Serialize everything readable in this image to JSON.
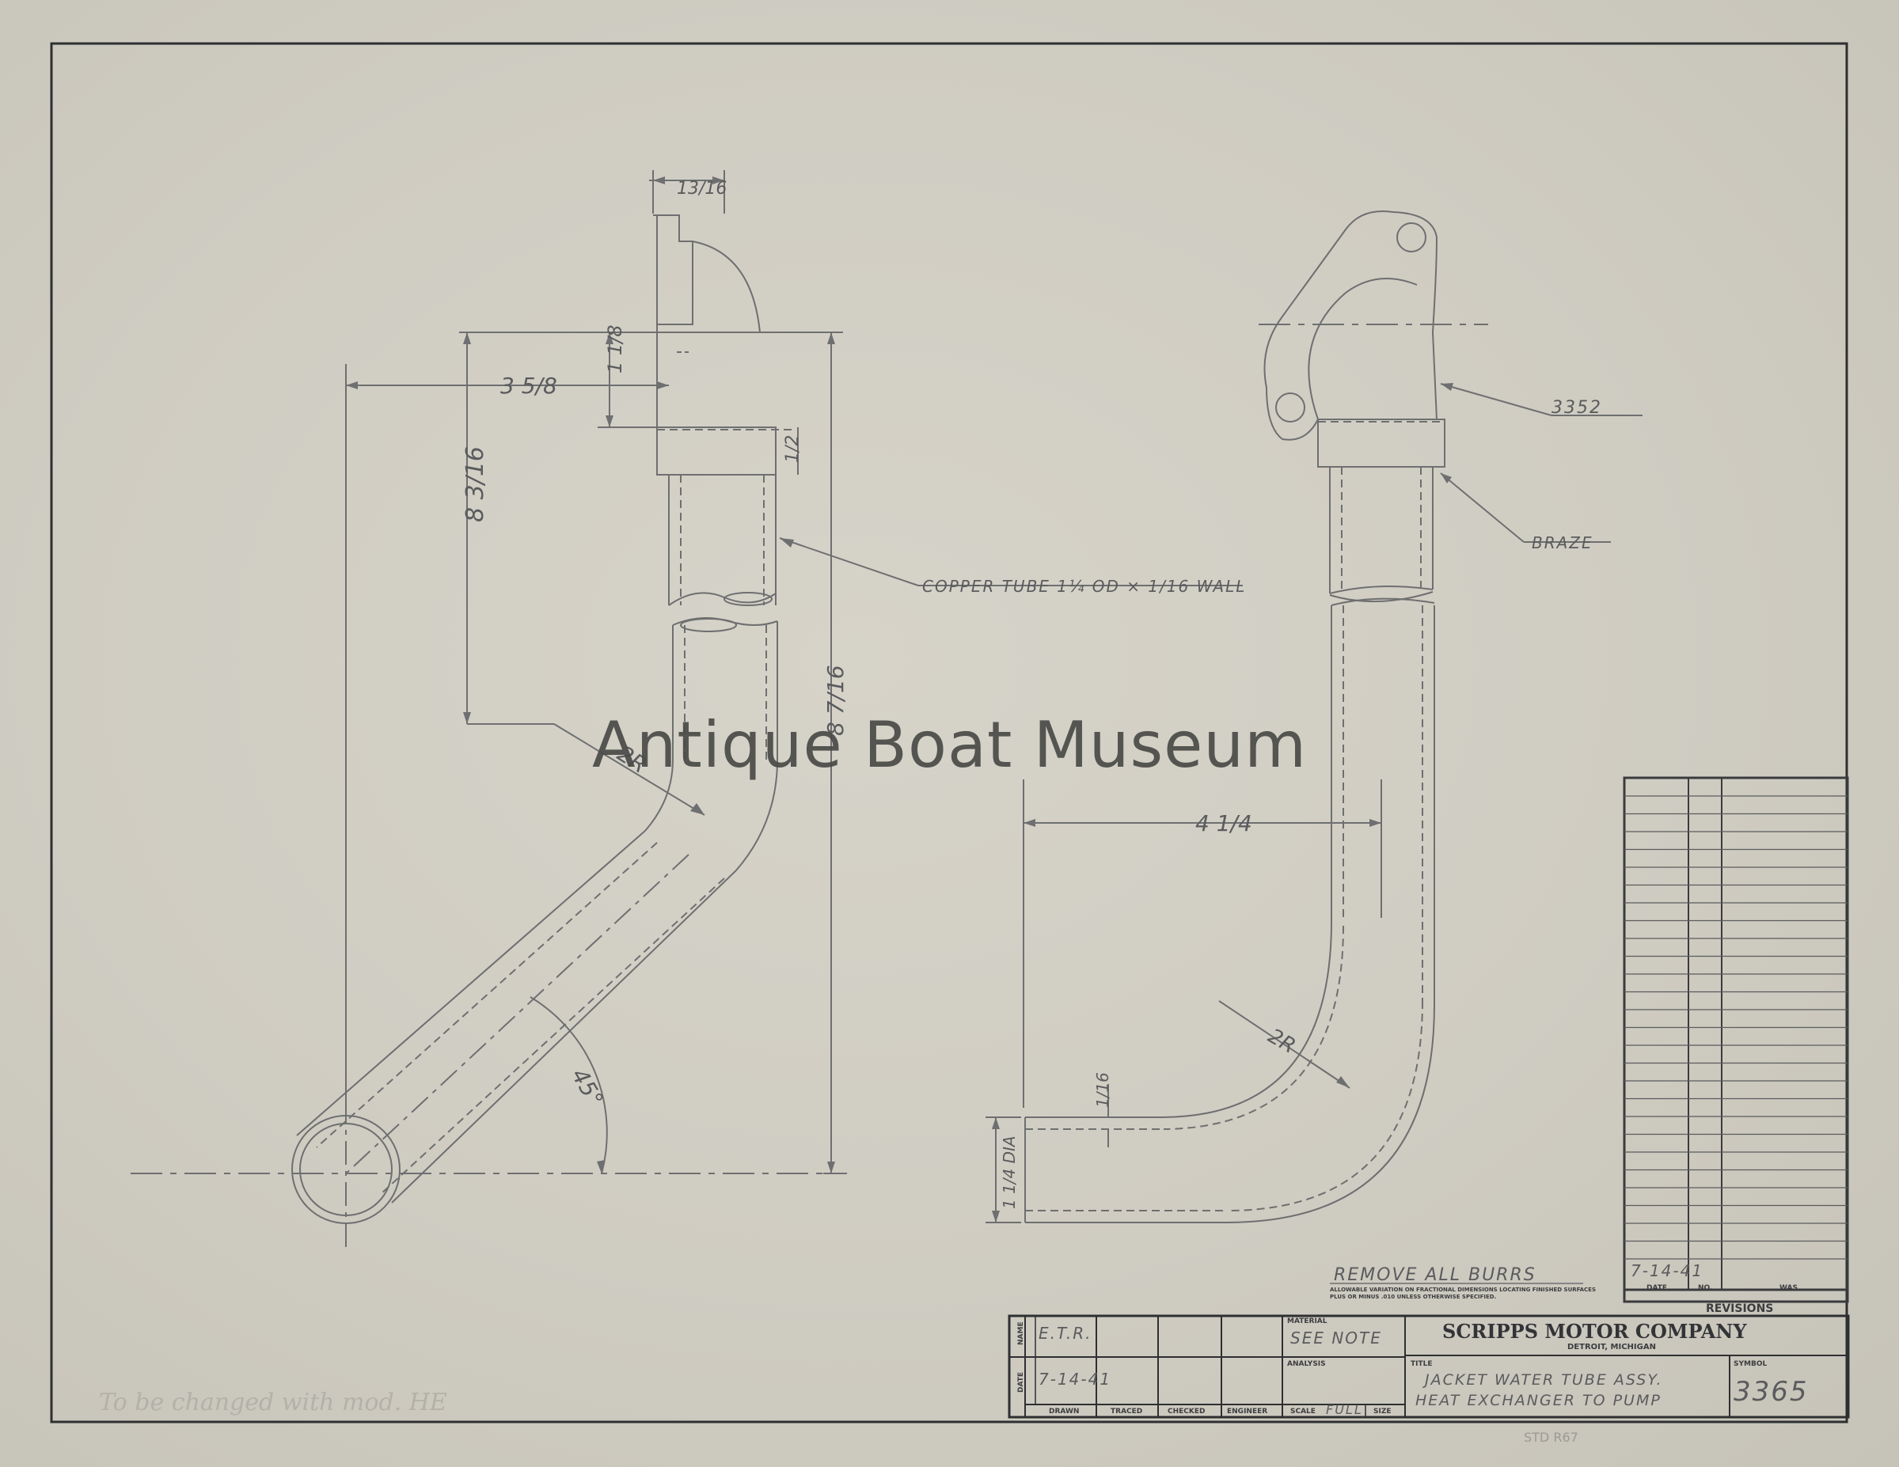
{
  "watermark": "Antique Boat Museum",
  "dimensions": {
    "width_top": "13/16",
    "offset": "3 5/8",
    "flange_height": "1 1/8",
    "socket": "1/2",
    "vertical": "8 3/16",
    "overall": "8 7/16",
    "bend_radius_left": "2R",
    "angle": "45°",
    "span": "4 1/4",
    "bend_radius_right": "2R",
    "wall": "1/16",
    "dia": "1 1/4 DIA"
  },
  "callouts": {
    "copper_tube": "COPPER TUBE 1¼ OD × 1/16 WALL",
    "part_ref": "3352",
    "braze": "BRAZE"
  },
  "notes": {
    "remove_burrs": "REMOVE ALL BURRS",
    "tolerance": "ALLOWABLE VARIATION ON FRACTIONAL DIMENSIONS LOCATING FINISHED SURFACES PLUS OR MINUS .010 UNLESS OTHERWISE SPECIFIED.",
    "pencil_note": "To be changed with mod. HE",
    "std_stamp": "STD R67"
  },
  "revisions": {
    "entry_date": "7-14-41",
    "col_date": "DATE",
    "col_no": "NO.",
    "col_was": "WAS",
    "title": "REVISIONS"
  },
  "title_block": {
    "label_name": "NAME",
    "label_date": "DATE",
    "name_value": "E.T.R.",
    "date_value": "7-14-41",
    "label_drawn": "DRAWN",
    "label_traced": "TRACED",
    "label_checked": "CHECKED",
    "label_engineer": "ENGINEER",
    "label_scale": "SCALE",
    "scale_value": "FULL",
    "label_size": "SIZE",
    "label_material": "MATERIAL",
    "material_value": "SEE NOTE",
    "label_analysis": "ANALYSIS",
    "company": "SCRIPPS MOTOR COMPANY",
    "location": "DETROIT, MICHIGAN",
    "label_title": "TITLE",
    "title_line1": "JACKET WATER TUBE ASSY.",
    "title_line2": "HEAT EXCHANGER TO PUMP",
    "label_symbol": "SYMBOL",
    "symbol_value": "3365"
  }
}
